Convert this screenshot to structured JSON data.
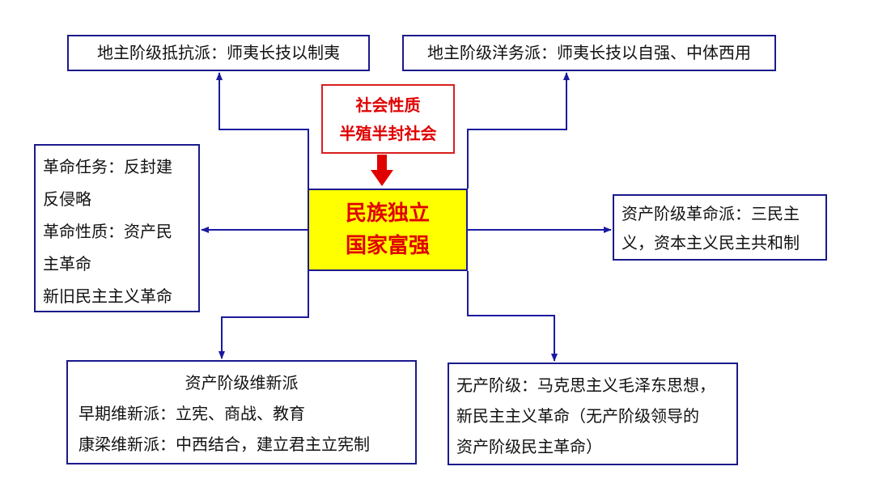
{
  "top_left": "地主阶级抵抗派：师夷长技以制夷",
  "top_right": "地主阶级洋务派：师夷长技以自强、中体西用",
  "social_nature": {
    "title": "社会性质",
    "value": "半殖半封社会"
  },
  "center": {
    "line1": "民族独立",
    "line2": "国家富强"
  },
  "left": {
    "lines": [
      "革命任务：反封建",
      "反侵略",
      "革命性质：资产民",
      "主革命",
      "新旧民主主义革命"
    ]
  },
  "right": {
    "lines": [
      "资产阶级革命派：三民主",
      "义，资本主义民主共和制"
    ]
  },
  "bottom_left": {
    "title": "资产阶级维新派",
    "lines": [
      "早期维新派：立宪、商战、教育",
      "康梁维新派：中西结合，建立君主立宪制"
    ]
  },
  "bottom_right": {
    "lines": [
      "无产阶级：马克思主义毛泽东思想，",
      "新民主主义革命（无产阶级领导的",
      "资产阶级民主革命）"
    ]
  },
  "colors": {
    "border": "#1a1a8c",
    "line": "#1a1aa0",
    "accent_red": "#e00000",
    "center_fill": "#ffff00"
  }
}
